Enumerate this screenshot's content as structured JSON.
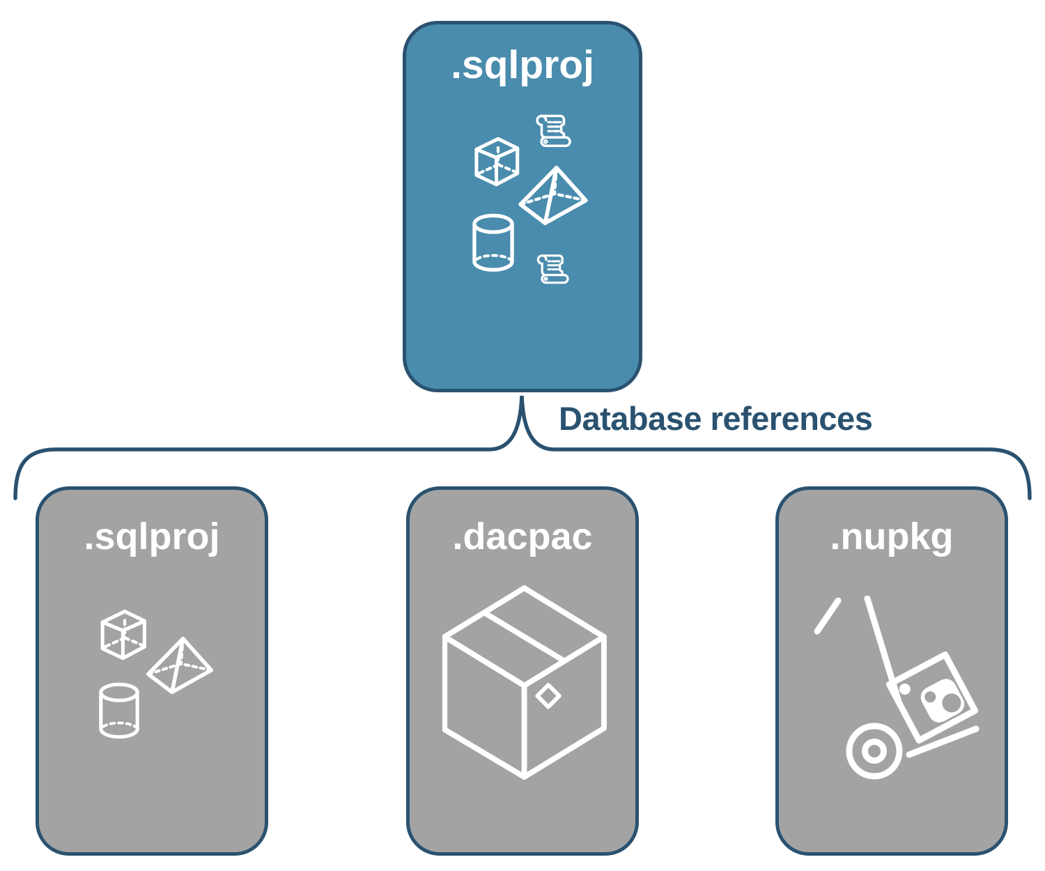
{
  "diagram": {
    "caption": "Database references",
    "root": {
      "label": ".sqlproj",
      "icons": [
        "cube",
        "scroll",
        "pyramid",
        "cylinder",
        "scroll"
      ]
    },
    "children": [
      {
        "label": ".sqlproj",
        "icons": [
          "cube",
          "pyramid",
          "cylinder"
        ]
      },
      {
        "label": ".dacpac",
        "icons": [
          "package-box"
        ]
      },
      {
        "label": ".nupkg",
        "icons": [
          "hand-truck-nuget-package"
        ]
      }
    ],
    "colors": {
      "root_fill": "#4A8CAD",
      "child_fill": "#A3A3A3",
      "outline_and_text": "#2A5270",
      "icon_stroke": "#FFFFFF",
      "background": "#FFFFFF"
    }
  }
}
